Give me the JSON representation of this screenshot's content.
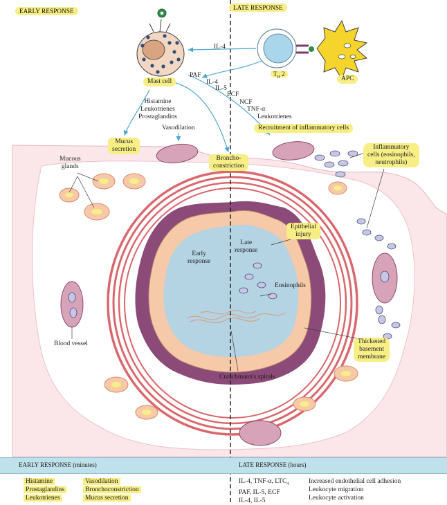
{
  "headers": {
    "early": "EARLY RESPONSE",
    "late": "LATE RESPONSE"
  },
  "cells": {
    "mast_cell": "Mast cell",
    "th2": "T",
    "th2_sub": "H",
    "th2_num": "2",
    "apc": "APC",
    "inflammatory_cells": [
      "Inflammatory",
      "cells (eosinophils,",
      "neutrophils)"
    ]
  },
  "mediators": {
    "il4_top": "IL-4",
    "paf": "PAF",
    "il4": "IL-4",
    "il5": "IL-5",
    "ecf": "ECF",
    "ncf": "NCF",
    "tnf": "TNF-α",
    "leukotrienes": "Leukotrienes",
    "mast_releases": [
      "Histamine",
      "Leukotrienes",
      "Prostaglandins"
    ],
    "vasodilation": "Vasodilation"
  },
  "effects": {
    "mucus": [
      "Mucus",
      "secretion"
    ],
    "broncho": [
      "Broncho-",
      "constriction"
    ],
    "recruitment": "Recruitment of inflammatory cells"
  },
  "airway": {
    "mucous_glands": [
      "Mucous",
      "glands"
    ],
    "blood_vessel": "Blood vessel",
    "early_response": [
      "Early",
      "response"
    ],
    "late_response": [
      "Late",
      "response"
    ],
    "epithelial_injury": [
      "Epithelial",
      "injury"
    ],
    "eosinophils": "Eosinophils",
    "thickened_membrane": [
      "Thickened",
      "basement",
      "membrane"
    ],
    "curschmann": "Curschmann's spirals"
  },
  "table": {
    "early_title": "EARLY RESPONSE (minutes)",
    "late_title": "LATE RESPONSE (hours)",
    "early_col1": [
      "Histamine",
      "Prostaglandins",
      "Leukotrienes"
    ],
    "early_col2": [
      "Vasodilation",
      "Bronchoconstriction",
      "Mucus secretion"
    ],
    "late_col1": [
      "IL-4, TNF-α, LTC",
      "PAF, IL-5, ECF",
      "IL-4, IL-5"
    ],
    "late_col1_sub": "4",
    "late_col2": [
      "Increased endothelial cell adhesion",
      "Leukocyte migration",
      "Leukocyte activation"
    ]
  },
  "colors": {
    "highlight": "#f7ee86",
    "tissue": "#fbe6ea",
    "smooth_muscle": "#d9676c",
    "basement_membrane": "#8c4a78",
    "lumen": "#b4d3e3",
    "arrow": "#4aa6d0",
    "table_bar": "#bfe1eb",
    "apc": "#f5d52c",
    "th2": "#a9d6ea"
  }
}
